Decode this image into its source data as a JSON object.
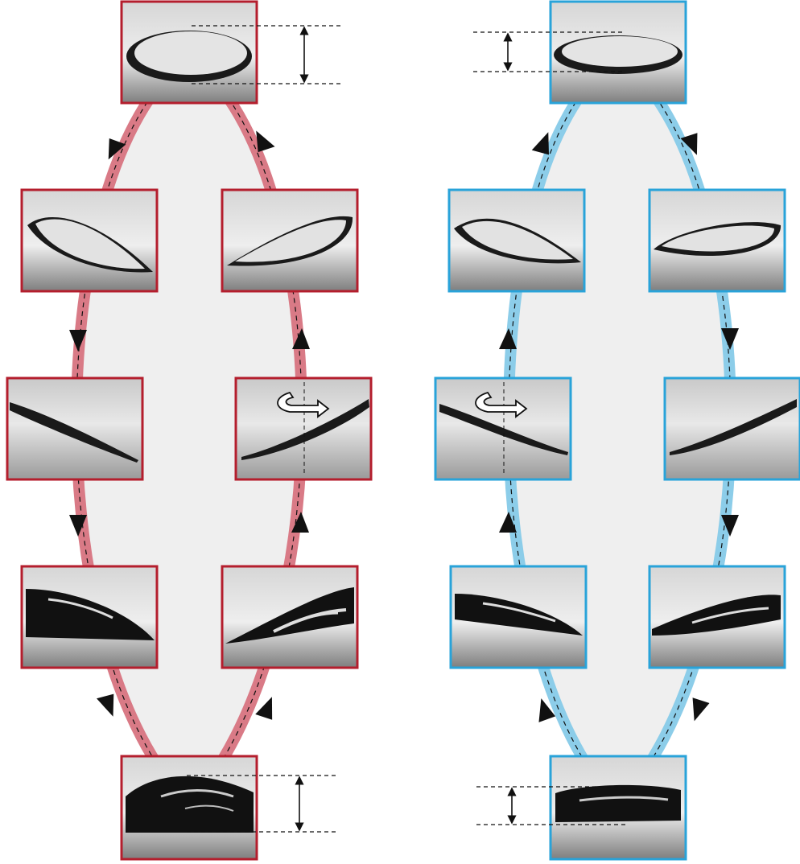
{
  "colors": {
    "left_loop": "#d97a86",
    "left_frame": "#b41e2d",
    "right_loop": "#8ccde9",
    "right_frame": "#29a3d9",
    "loop_fill": "#efefef",
    "photo_light": "#e6e6e6",
    "photo_dark": "#8a8a8a",
    "liquid_dark": "#111111",
    "liquid_light": "#eaeaea",
    "arrow": "#111111",
    "rotation_arrow_fill": "#ffffff"
  },
  "left_cycle": {
    "frame_count": 8,
    "direction": "counter-clockwise",
    "liquid_states": [
      "light-flat",
      "light-tilted-left",
      "thin-streak-left",
      "dark-tilted-left",
      "dark-mound",
      "dark-tilted-right",
      "thin-streak-right",
      "light-tilted-right"
    ],
    "rotation_indicator": "curved-arrow-icon"
  },
  "right_cycle": {
    "frame_count": 8,
    "direction": "clockwise",
    "liquid_states": [
      "light-flat",
      "light-tilted-right",
      "thin-streak-right",
      "dark-tilted-right",
      "dark-flat",
      "dark-tilted-left",
      "thin-streak-left",
      "light-tilted-left"
    ],
    "rotation_indicator": "curved-arrow-icon"
  },
  "annotations": {
    "height_markers": [
      "left-top-height",
      "right-top-height",
      "left-bottom-height",
      "right-bottom-height"
    ],
    "marker_style": "dashed lines with double-headed arrow"
  }
}
